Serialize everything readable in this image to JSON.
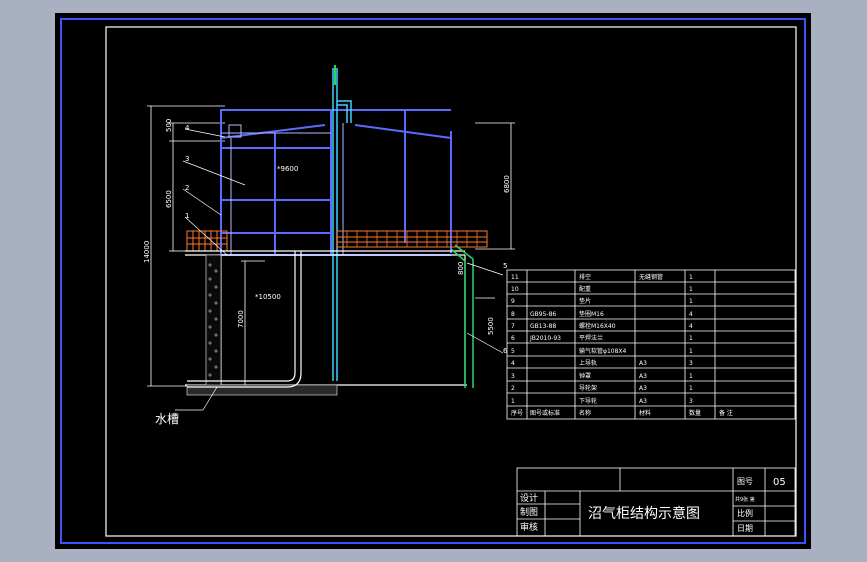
{
  "drawing": {
    "title": "沼气柜结构示意图",
    "drawing_no_label": "图号",
    "drawing_no": "05",
    "sheet_label": "共9张 第",
    "scale_label": "比例",
    "date_label": "日期",
    "design_label": "设计",
    "draw_label": "制图",
    "review_label": "审核",
    "tank_label": "水槽",
    "dims": {
      "d500": "500",
      "d6500": "6500",
      "d6800": "6800",
      "d14000": "14000",
      "d7000": "7000",
      "d5500": "5500",
      "d800": "800",
      "phi9600": "*9600",
      "phi10500": "*10500"
    },
    "callouts": [
      "1",
      "2",
      "3",
      "4",
      "5",
      "6"
    ]
  },
  "bom": {
    "header": [
      "序号",
      "图号或标准",
      "名称",
      "材料",
      "数量",
      "备  注"
    ],
    "rows": [
      [
        "11",
        "",
        "排空",
        "无缝钢管",
        "1",
        ""
      ],
      [
        "10",
        "",
        "配重",
        "",
        "1",
        ""
      ],
      [
        "9",
        "",
        "垫片",
        "",
        "1",
        ""
      ],
      [
        "8",
        "GB95-86",
        "垫圈M16",
        "",
        "4",
        ""
      ],
      [
        "7",
        "GB13-88",
        "螺栓M16X40",
        "",
        "4",
        ""
      ],
      [
        "6",
        "JB2010-93",
        "平焊法兰",
        "",
        "1",
        ""
      ],
      [
        "5",
        "",
        "输气软管φ108X4",
        "",
        "1",
        ""
      ],
      [
        "4",
        "",
        "上导轨",
        "A3",
        "3",
        ""
      ],
      [
        "3",
        "",
        "钟罩",
        "A3",
        "1",
        ""
      ],
      [
        "2",
        "",
        "导轮架",
        "A3",
        "1",
        ""
      ],
      [
        "1",
        "",
        "下导轮",
        "A3",
        "3",
        ""
      ]
    ]
  }
}
